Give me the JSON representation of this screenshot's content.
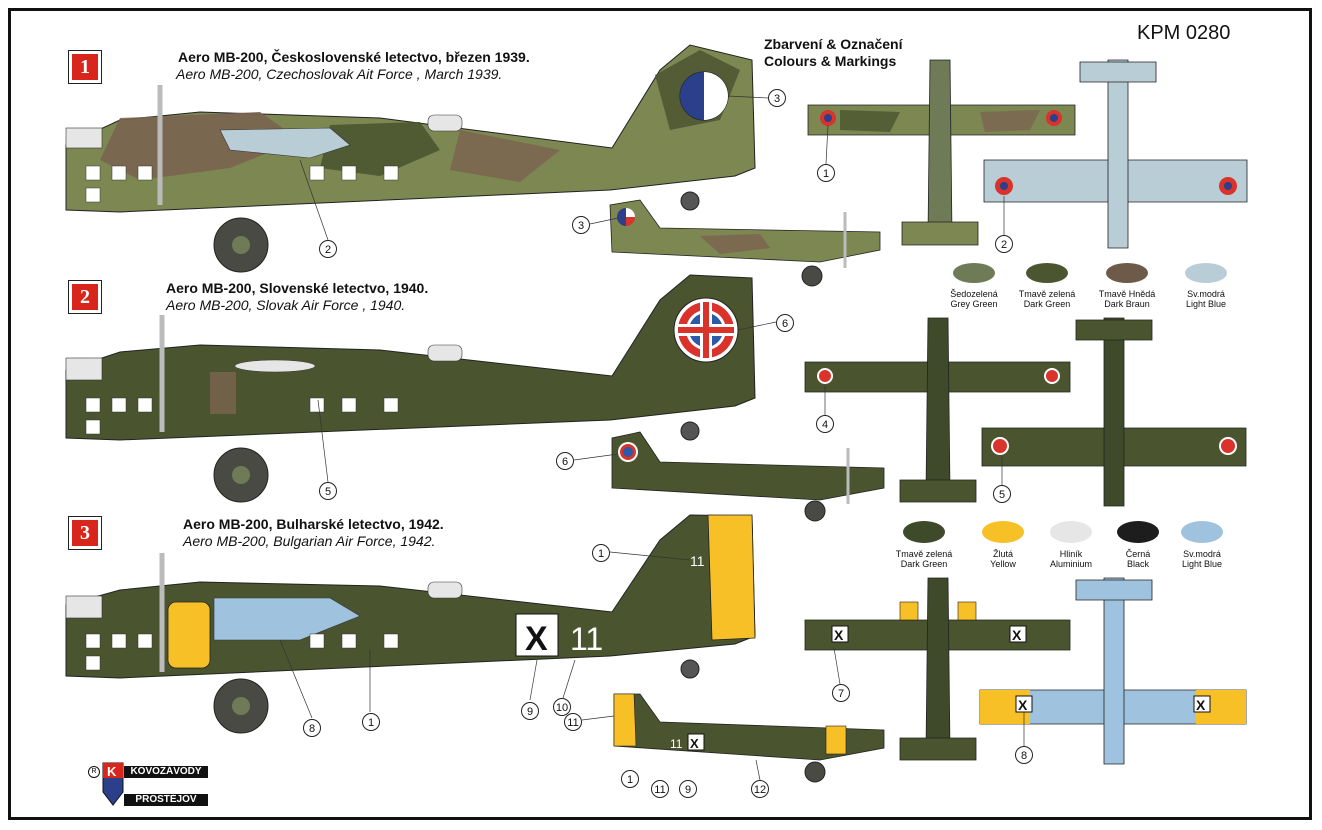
{
  "sheet": {
    "code": "KPM 0280",
    "header": {
      "line1": "Zbarvení & Označení",
      "line2": "Colours & Markings"
    }
  },
  "schemes": [
    {
      "number": "1",
      "title_cz": "Aero MB-200, Československé letectvo, březen 1939.",
      "title_en": "Aero MB-200, Czechoslovak Ait Force , March  1939."
    },
    {
      "number": "2",
      "title_cz": "Aero MB-200, Slovenské letectvo, 1940.",
      "title_en": "Aero MB-200, Slovak Air Force , 1940."
    },
    {
      "number": "3",
      "title_cz": "Aero MB-200, Bulharské letectvo, 1942.",
      "title_en": "Aero MB-200, Bulgarian Air Force, 1942."
    }
  ],
  "swatches_top": [
    {
      "cz": "Šedozelená",
      "en": "Grey Green",
      "color": "#6f7a57"
    },
    {
      "cz": "Tmavě zelená",
      "en": "Dark Green",
      "color": "#4b5530"
    },
    {
      "cz": "Tmavě Hnědá",
      "en": "Dark Braun",
      "color": "#6d5a48"
    },
    {
      "cz": "Sv.modrá",
      "en": "Light Blue",
      "color": "#b9cdd6"
    }
  ],
  "swatches_bottom": [
    {
      "cz": "Tmavě zelená",
      "en": "Dark Green",
      "color": "#3f4a2a"
    },
    {
      "cz": "Žlutá",
      "en": "Yellow",
      "color": "#f6c026"
    },
    {
      "cz": "Hliník",
      "en": "Aluminium",
      "color": "#e6e6e6"
    },
    {
      "cz": "Černá",
      "en": "Black",
      "color": "#1d1d1d"
    },
    {
      "cz": "Sv.modrá",
      "en": "Light Blue",
      "color": "#9fc3de"
    }
  ],
  "callouts": {
    "c1a": "1",
    "c2a": "2",
    "c3a": "3",
    "c3b": "3",
    "c1b": "1",
    "c2b": "2",
    "c6a": "6",
    "c5a": "5",
    "c6b": "6",
    "c4a": "4",
    "c5b": "5",
    "c1c": "1",
    "c9a": "9",
    "c10a": "10",
    "c1d": "1",
    "c8a": "8",
    "c11a": "11",
    "c1e": "1",
    "c11b": "11",
    "c9b": "9",
    "c12a": "12",
    "c7a": "7",
    "c8b": "8"
  },
  "markings": {
    "code_letter": "X",
    "code_number": "11"
  },
  "logo": {
    "top": "KOVOZÁVODY",
    "bottom": "PROSTĚJOV",
    "letter": "K",
    "reg": "R"
  },
  "colors": {
    "frame": "#111111",
    "badge_red": "#d8261c",
    "camo_green": "#7d8752",
    "camo_dark": "#4b5530",
    "camo_brown": "#7a6450",
    "olive": "#4a5530",
    "olive_dark": "#3f4a2a",
    "light_blue": "#b9cdd6",
    "yellow": "#f6c026"
  }
}
